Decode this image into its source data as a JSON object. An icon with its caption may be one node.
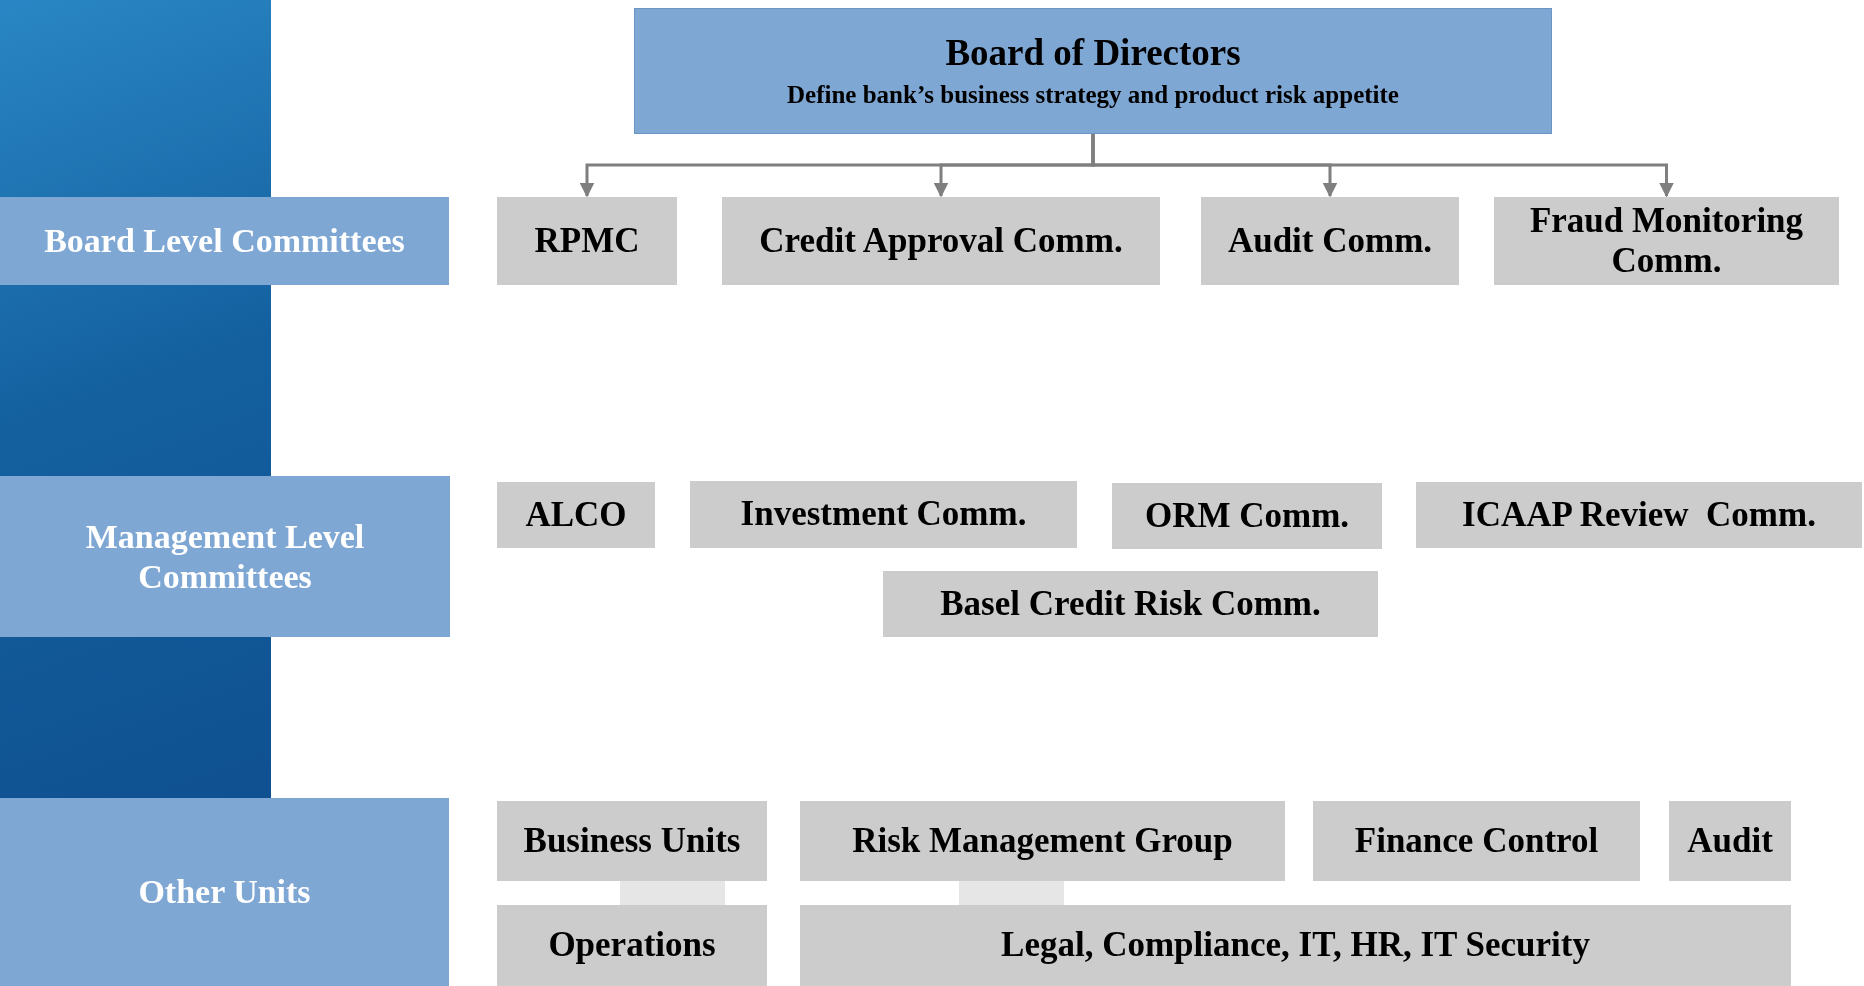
{
  "diagram": {
    "nodes": [
      {
        "text": [
          "Board of Directors",
          "Define bank’s business strategy and product risk appetite"
        ]
      },
      {
        "text": [
          "Board Level Committees"
        ]
      },
      {
        "text": [
          "RPMC"
        ]
      },
      {
        "text": [
          "Credit Approval Comm."
        ]
      },
      {
        "text": [
          "Audit Comm."
        ]
      },
      {
        "text": [
          "Fraud Monitoring Comm."
        ]
      },
      {
        "text": [
          "Management Level Committees"
        ]
      },
      {
        "text": [
          "ALCO"
        ]
      },
      {
        "text": [
          "Investment Comm."
        ]
      },
      {
        "text": [
          "ORM Comm."
        ]
      },
      {
        "text": [
          "ICAAP Review  Comm."
        ]
      },
      {
        "text": [
          "Basel Credit Risk Comm."
        ]
      },
      {
        "text": [
          "Other Units"
        ]
      },
      {
        "text": [
          "Business Units"
        ]
      },
      {
        "text": [
          "Risk Management Group"
        ]
      },
      {
        "text": [
          "Finance Control"
        ]
      },
      {
        "text": [
          "Audit"
        ]
      },
      {
        "text": [
          "Operations"
        ]
      },
      {
        "text": [
          "Legal, Compliance, IT, HR, IT Security"
        ]
      },
      {
        "text": [],
        "shape": "bar"
      },
      {
        "text": [],
        "shape": "bar"
      }
    ],
    "edges": [
      {
        "from": 0,
        "to": 2,
        "arrow": "to"
      },
      {
        "from": 0,
        "to": 3,
        "arrow": "to"
      },
      {
        "from": 0,
        "to": 4,
        "arrow": "to"
      },
      {
        "from": 0,
        "to": 5,
        "arrow": "to"
      }
    ]
  }
}
